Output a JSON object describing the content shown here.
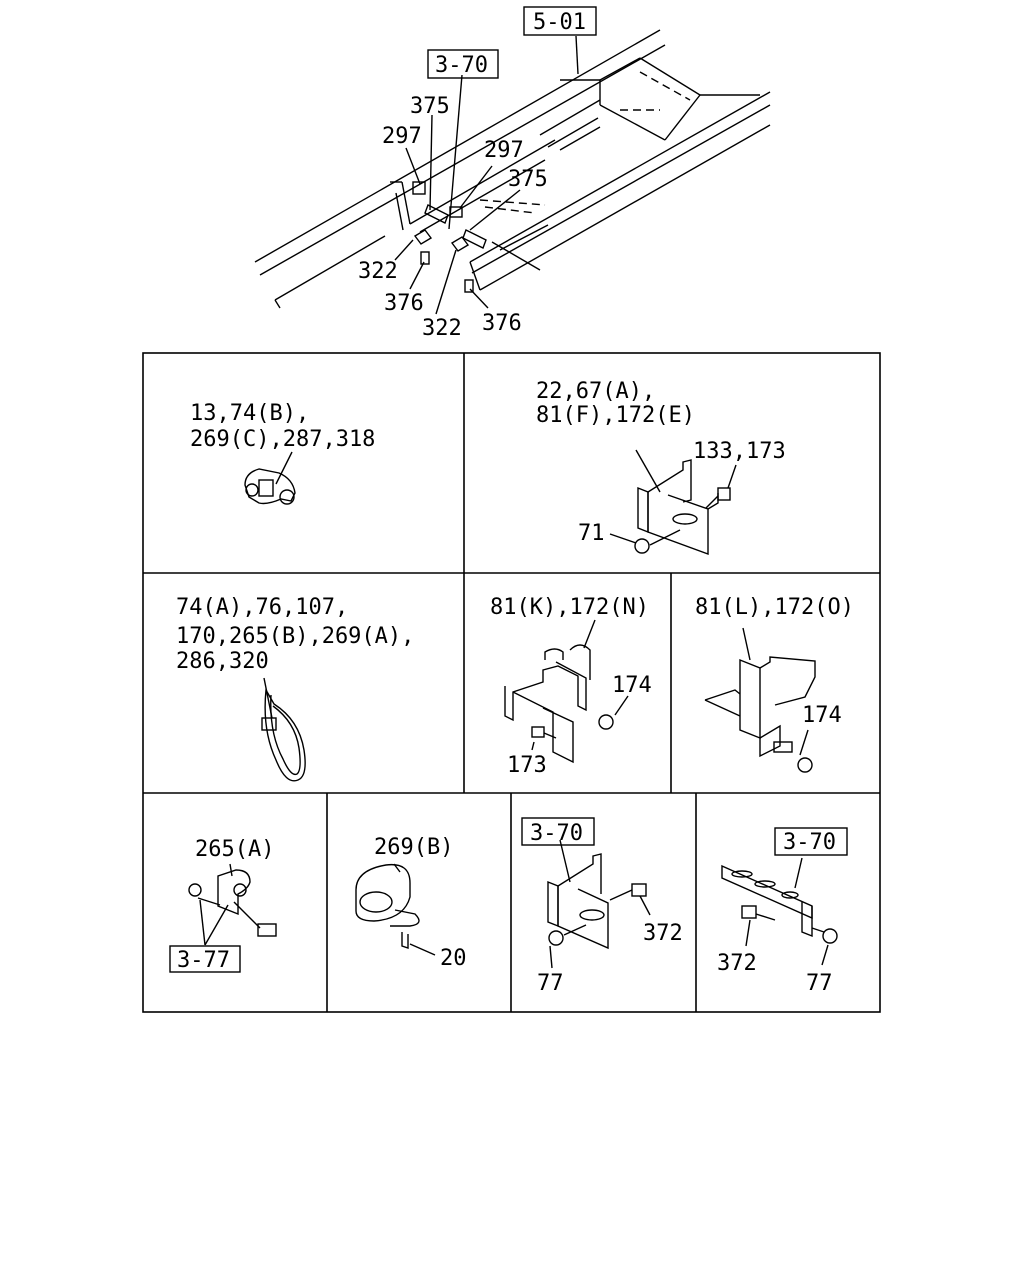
{
  "top": {
    "refs": {
      "frame": "5-01",
      "clip": "3-70"
    },
    "labels": {
      "a375_top": "375",
      "a297_left": "297",
      "a297_right": "297",
      "a375_right": "375",
      "a322_left": "322",
      "a376_left": "376",
      "a322_bottom": "322",
      "a376_right": "376"
    }
  },
  "panels": {
    "clip_tube": {
      "lines": [
        "13,74(B),",
        "269(C),287,318"
      ]
    },
    "bracket_slot": {
      "lines": [
        "22,67(A),",
        "81(F),172(E)"
      ],
      "bolt": "133,173",
      "nut": "71"
    },
    "cable_tie": {
      "lines": [
        "74(A),76,107,",
        "170,265(B),269(A),",
        "286,320"
      ]
    },
    "bracket_k": {
      "title": "81(K),172(N)",
      "nut": "174",
      "bolt": "173"
    },
    "bracket_l": {
      "title": "81(L),172(O)",
      "nut": "174"
    },
    "clamp_a": {
      "title": "265(A)",
      "ref": "3-77"
    },
    "grommet": {
      "title": "269(B)",
      "bolt": "20"
    },
    "bracket_370a": {
      "ref": "3-70",
      "bolt": "372",
      "nut": "77"
    },
    "bracket_370b": {
      "ref": "3-70",
      "bolt": "372",
      "nut": "77"
    }
  }
}
